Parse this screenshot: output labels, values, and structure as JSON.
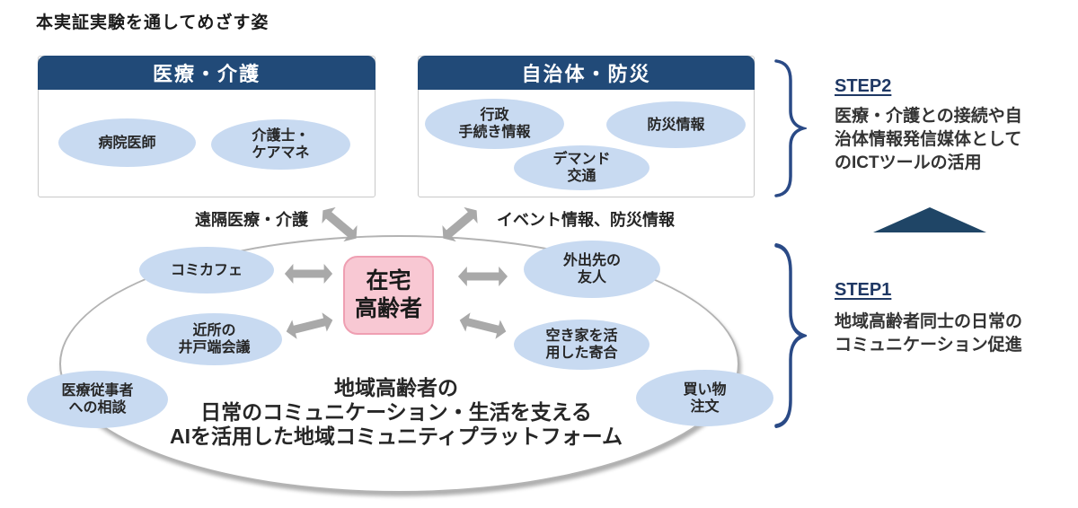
{
  "title": "本実証実験を通してめざす姿",
  "medical_box": {
    "header": "医療・介護",
    "nodes": [
      {
        "label": "病院医師"
      },
      {
        "label": "介護士・\nケアマネ"
      }
    ]
  },
  "municipal_box": {
    "header": "自治体・防災",
    "nodes": [
      {
        "label": "行政\n手続き情報"
      },
      {
        "label": "防災情報"
      },
      {
        "label": "デマンド\n交通"
      }
    ]
  },
  "connections": {
    "medical_label": "遠隔医療・介護",
    "municipal_label": "イベント情報、防災情報"
  },
  "center_node": {
    "label": "在宅\n高齢者"
  },
  "platform": {
    "nodes": [
      {
        "label": "コミカフェ"
      },
      {
        "label": "近所の\n井戸端会議"
      },
      {
        "label": "医療従事者\nへの相談"
      },
      {
        "label": "外出先の\n友人"
      },
      {
        "label": "空き家を活\n用した寄合"
      },
      {
        "label": "買い物\n注文"
      }
    ],
    "caption": "地域高齢者の\n日常のコミュニケーション・生活を支える\nAIを活用した地域コミュニティプラットフォーム"
  },
  "steps": [
    {
      "name": "STEP2",
      "description": "医療・介護との接続や自\n治体情報発信媒体として\nのICTツールの活用"
    },
    {
      "name": "STEP1",
      "description": "地域高齢者同士の日常の\nコミュニケーション促進"
    }
  ],
  "colors": {
    "header_navy": "#214a78",
    "step_navy": "#1f3864",
    "triangle_navy": "#1f4566",
    "brace_navy": "#2a4a86",
    "node_blue": "#c8daf1",
    "center_pink": "#f8c8d3",
    "center_pink_border": "#ef9fb2",
    "arrow_gray": "#a9a9a9",
    "platform_border_gray": "#b3b3b3"
  }
}
